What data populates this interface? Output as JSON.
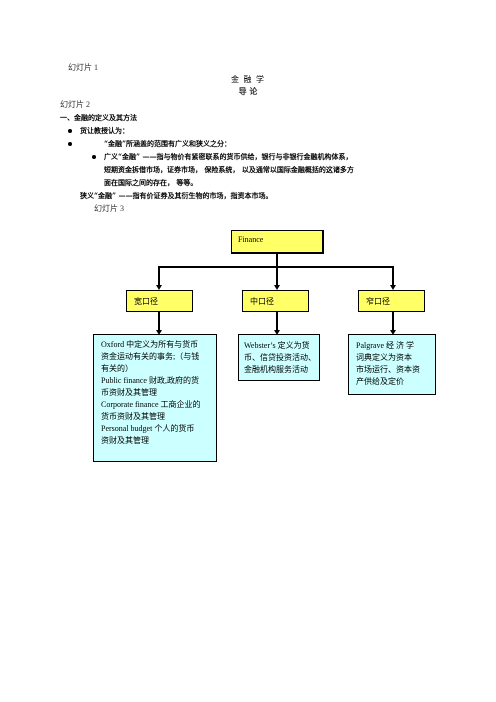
{
  "slide1": {
    "label": "幻灯片 1",
    "title": "金 融 学",
    "subtitle": "导  论"
  },
  "slide2": {
    "label": "幻灯片 2",
    "heading": "一、金融的定义及其方法",
    "bullets": [
      "货让教授认为：",
      "“金融”所涵盖的范围有广义和狭义之分："
    ],
    "sub_bullet_lines": [
      "广义“金融” ——指与物价有紧密联系的货币供给，银行与非银行金融机构体系，",
      "短期资金拆借市场，证券市场， 保险系统， 以及通常以国际金融概括的这诸多方",
      "面在国际之间的存在， 等等。"
    ],
    "narrow_line": "狭义“金融” ——指有价证券及其衍生物的市场，指资本市场。"
  },
  "slide3": {
    "label": "幻灯片 3",
    "root": "Finance",
    "branches": [
      "宽口径",
      "中口径",
      "窄口径"
    ],
    "details": [
      [
        "Oxford 中定义为所有与货币",
        "资金运动有关的事务;（与钱",
        "有关的）",
        "Public finance 财政,政府的货",
        "币资财及其管理",
        "Corporate finance 工商企业的",
        "货币资财及其管理",
        "Personal  budget  个人的货币",
        "资财及其管理"
      ],
      [
        "Webster’s 定义为货",
        "币、信贷投资活动、",
        "金融机构服务活动"
      ],
      [
        "Palgrave  经 济 学",
        "词典定义为资本",
        "市场运行、资本资",
        "产供给及定价"
      ]
    ]
  }
}
